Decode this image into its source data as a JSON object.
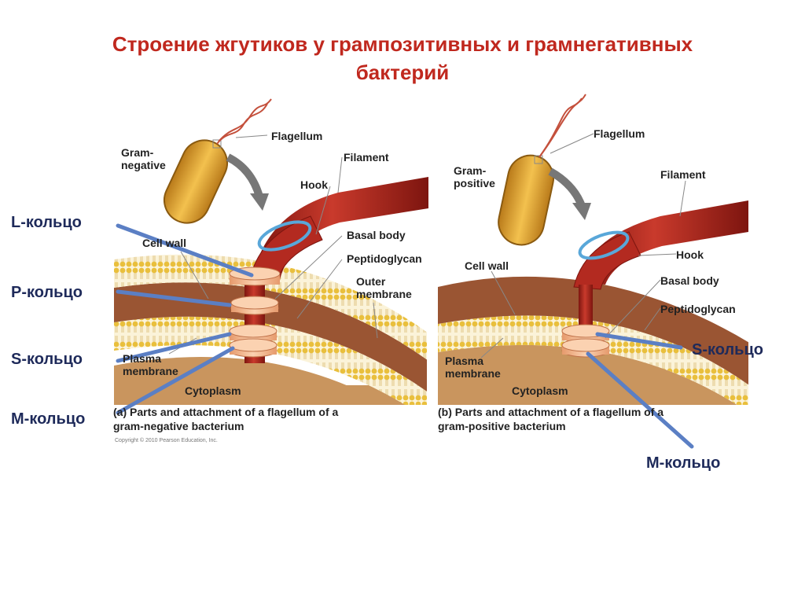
{
  "title_line1": "Строение жгутиков у грампозитивных и грамнегативных",
  "title_line2": "бактерий",
  "colors": {
    "title": "#c0281e",
    "ring_label": "#1e2a5a",
    "pointer": "#5b7fc4",
    "flagellum": "#a8231c",
    "ring": "#f2b58c",
    "membrane": "#e7c25a",
    "peptidoglycan": "#8e4a2a",
    "cytoplasm": "#c9955e"
  },
  "panel_a": {
    "gram": "Gram-",
    "gram2": "negative",
    "flagellum": "Flagellum",
    "filament": "Filament",
    "hook": "Hook",
    "cell_wall": "Cell wall",
    "basal_body": "Basal body",
    "peptidoglycan": "Peptidoglycan",
    "outer_membrane1": "Outer",
    "outer_membrane2": "membrane",
    "plasma_membrane1": "Plasma",
    "plasma_membrane2": "membrane",
    "cytoplasm": "Cytoplasm",
    "caption1": "(a) Parts and attachment of a flagellum of a",
    "caption2": "gram-negative bacterium",
    "copyright": "Copyright © 2010 Pearson Education, Inc."
  },
  "panel_b": {
    "gram": "Gram-",
    "gram2": "positive",
    "flagellum": "Flagellum",
    "filament": "Filament",
    "hook": "Hook",
    "cell_wall": "Cell wall",
    "basal_body": "Basal body",
    "peptidoglycan": "Peptidoglycan",
    "plasma_membrane1": "Plasma",
    "plasma_membrane2": "membrane",
    "cytoplasm": "Cytoplasm",
    "caption1": "(b) Parts and attachment of a flagellum of a",
    "caption2": "gram-positive bacterium"
  },
  "rings": {
    "l": "L-кольцо",
    "p": "P-кольцо",
    "s": "S-кольцо",
    "m": "M-кольцо",
    "s_b": "S-кольцо",
    "m_b": "M-кольцо"
  }
}
